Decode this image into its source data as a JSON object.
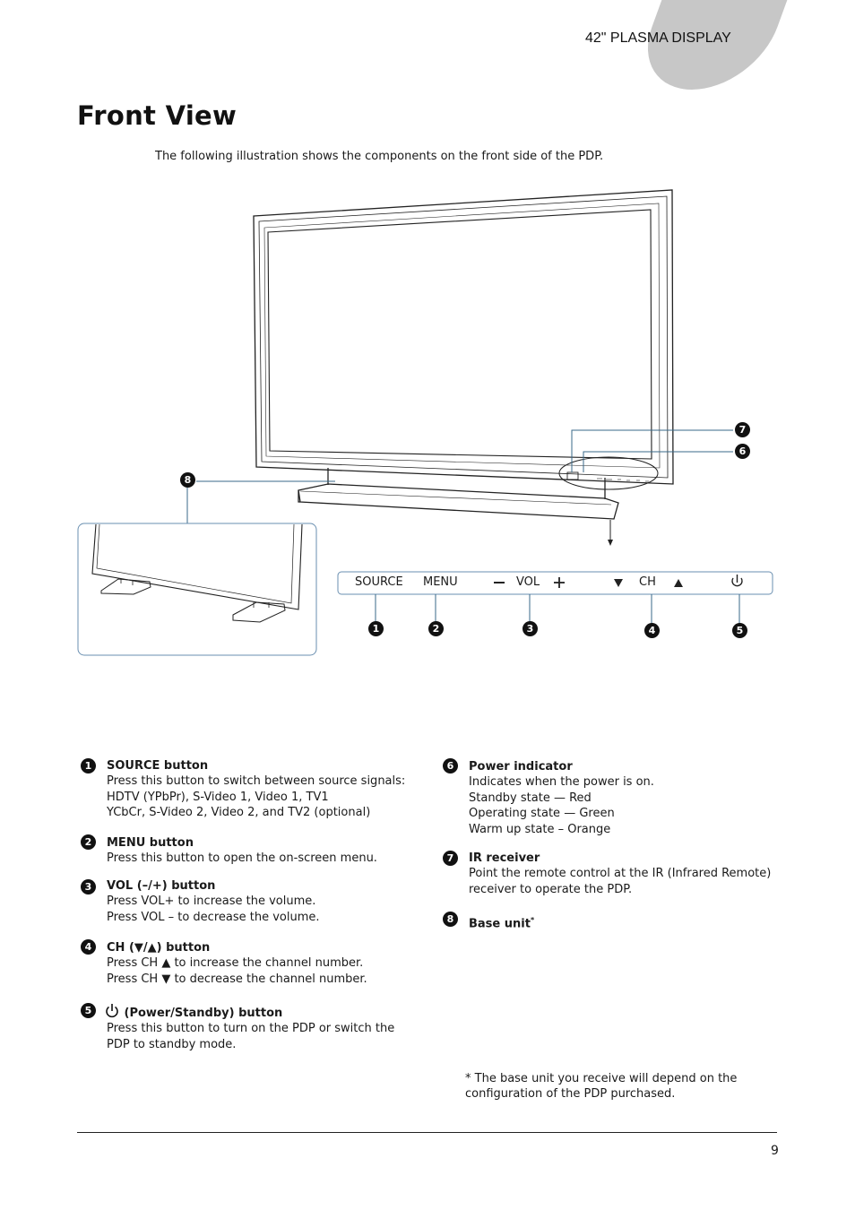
{
  "header": {
    "title": "42\" PLASMA DISPLAY"
  },
  "page": {
    "title": "Front View",
    "intro": "The following illustration shows the components on the front side of the PDP.",
    "number": "9"
  },
  "figure": {
    "callouts": [
      "1",
      "2",
      "3",
      "4",
      "5",
      "6",
      "7",
      "8"
    ],
    "panel": {
      "source": "SOURCE",
      "menu": "MENU",
      "vol": "VOL",
      "ch": "CH"
    }
  },
  "items": [
    {
      "num": "1",
      "title": "SOURCE button",
      "lines": [
        "Press this button to switch between source signals:",
        "HDTV (YPbPr), S-Video 1, Video 1, TV1",
        "YCbCr, S-Video 2, Video 2, and TV2 (optional)"
      ]
    },
    {
      "num": "2",
      "title": "MENU button",
      "lines": [
        "Press this button to open the on-screen menu."
      ]
    },
    {
      "num": "3",
      "title": "VOL (–/+) button",
      "lines": [
        "Press VOL+ to increase the volume.",
        "Press VOL – to decrease the volume."
      ]
    },
    {
      "num": "4",
      "title": "CH (▼/▲) button",
      "lines": [
        "Press CH ▲ to increase the channel number.",
        "Press CH ▼ to decrease the channel number."
      ]
    },
    {
      "num": "5",
      "title": "(Power/Standby) button",
      "lines": [
        "Press this button to turn on the PDP or switch the",
        "PDP to standby mode."
      ]
    },
    {
      "num": "6",
      "title": "Power indicator",
      "lines": [
        "Indicates when the power is on.",
        "Standby state — Red",
        "Operating state — Green",
        "Warm up state – Orange"
      ]
    },
    {
      "num": "7",
      "title": "IR receiver",
      "lines": [
        "Point the remote control at the IR (Infrared Remote)",
        "receiver to operate the PDP."
      ]
    },
    {
      "num": "8",
      "title": "Base unit",
      "lines": []
    }
  ],
  "footnote": {
    "mark": "*",
    "lines": [
      "* The base unit you receive will depend on the",
      "configuration of the PDP purchased."
    ]
  }
}
